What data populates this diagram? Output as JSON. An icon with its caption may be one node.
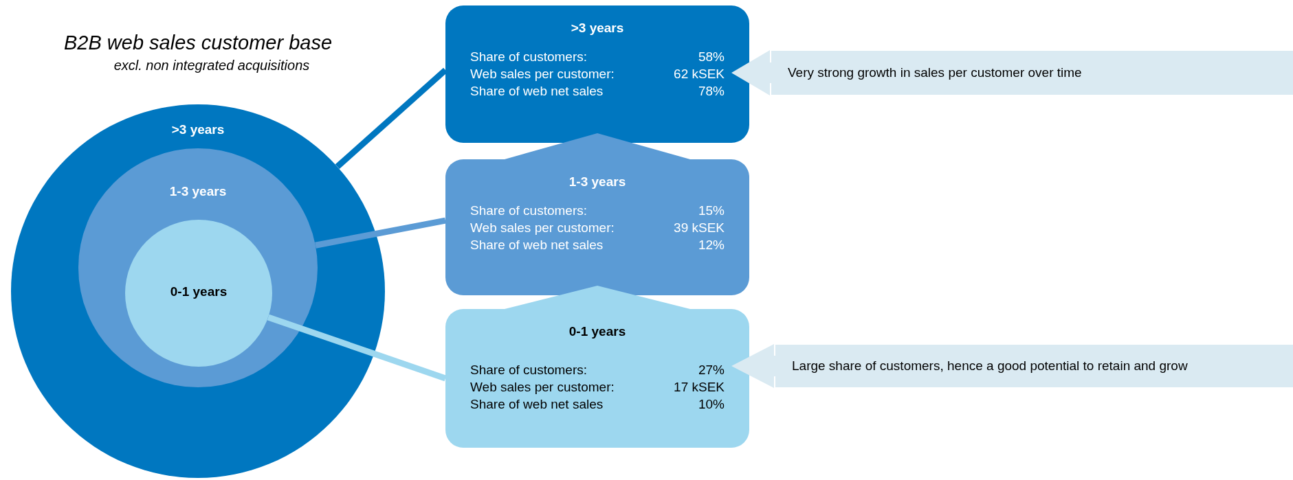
{
  "diagram": {
    "title": "B2B web sales customer base",
    "nodes": [
      {
        "text": [
          ">3 years"
        ]
      },
      {
        "text": [
          "1-3 years"
        ],
        "in": 0
      },
      {
        "text": [
          "0-1 years"
        ],
        "in": 1
      },
      {
        "text": [
          ">3 years",
          "Share of customers:",
          "58%",
          "Web sales per customer:",
          "62 kSEK",
          "Share of web net sales",
          "78%"
        ]
      },
      {
        "text": [
          "1-3 years",
          "Share of customers:",
          "15%",
          "Web sales per customer:",
          "39 kSEK",
          "Share of web net sales",
          "12%"
        ]
      },
      {
        "text": [
          "0-1 years",
          "Share of customers:",
          "27%",
          "Web sales per customer:",
          "17 kSEK",
          "Share of web net sales",
          "10%"
        ]
      },
      {
        "text": [
          "Very strong growth in sales per customer over time"
        ]
      },
      {
        "text": [
          "Large share of customers, hence a good potential to retain and grow"
        ]
      }
    ],
    "edges": [
      {
        "from": 0,
        "to": 3,
        "arrow": "none",
        "color": "#0077c0"
      },
      {
        "from": 1,
        "to": 4,
        "arrow": "none",
        "color": "#5b9bd5"
      },
      {
        "from": 2,
        "to": 5,
        "arrow": "none",
        "color": "#9dd7ef"
      },
      {
        "from": 4,
        "to": 3,
        "arrow": "to",
        "color": "#5b9bd5"
      },
      {
        "from": 5,
        "to": 4,
        "arrow": "to",
        "color": "#9dd7ef"
      },
      {
        "from": 6,
        "to": 3,
        "arrow": "to",
        "color": "#daeaf2"
      },
      {
        "from": 7,
        "to": 5,
        "arrow": "to",
        "color": "#daeaf2"
      }
    ],
    "labels": [
      "excl. non integrated acquisitions"
    ]
  }
}
